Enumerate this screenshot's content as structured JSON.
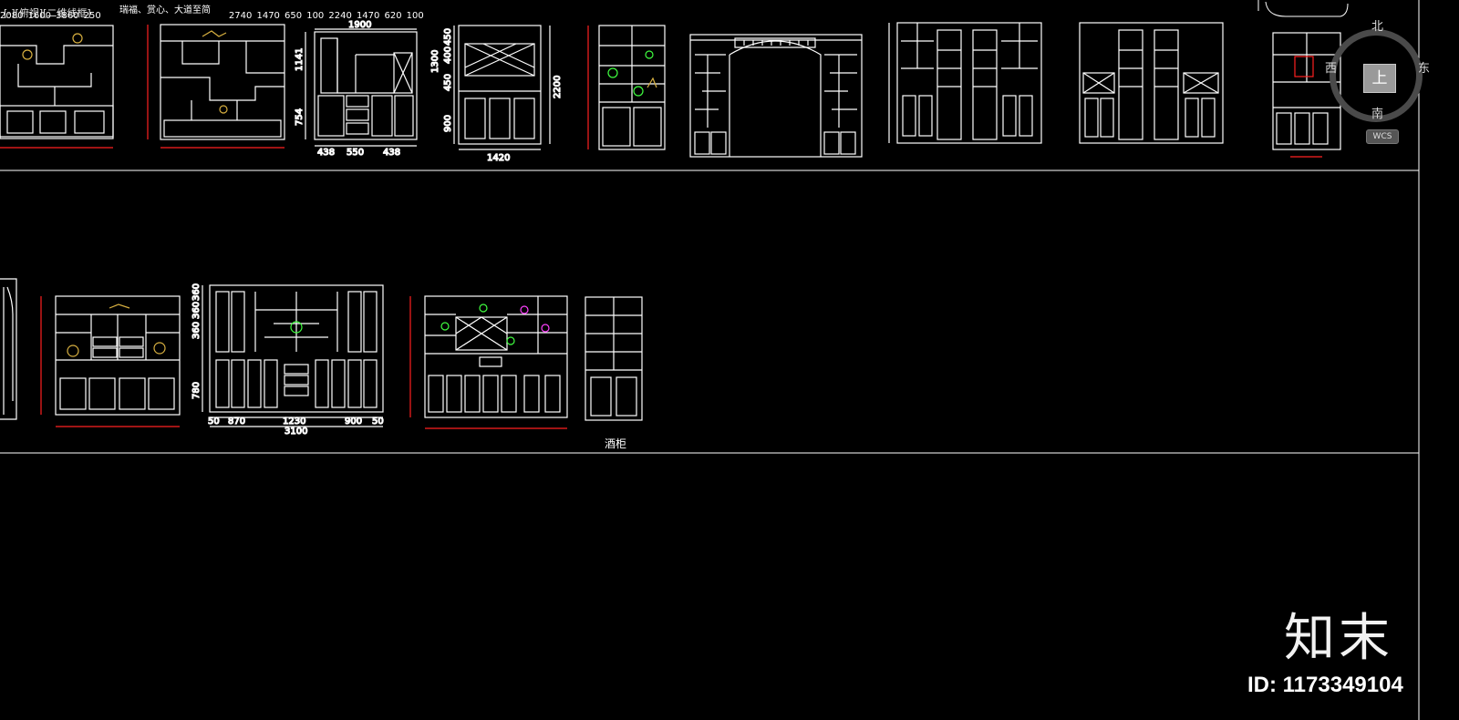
{
  "viewport": {
    "label": "[-][俯视][二维线框]"
  },
  "viewcube": {
    "north": "北",
    "south": "南",
    "east": "东",
    "west": "西",
    "top": "上",
    "wcs": "WCS"
  },
  "captions": {
    "wine_cabinet": "酒柜",
    "panel_text": "瑞福、赏心、大道至简"
  },
  "dimensions": {
    "d1900": "1900",
    "d1141": "1141",
    "d754": "754",
    "d438a": "438",
    "d550": "550",
    "d438b": "438",
    "d1300": "1300",
    "d450a": "450",
    "d400": "400",
    "d450b": "450",
    "d2200": "2200",
    "d900": "900",
    "d1420": "1420",
    "d360a": "360",
    "d360b": "360",
    "d360c": "360",
    "d780": "780",
    "d50a": "50",
    "d870": "870",
    "d1230": "1230",
    "d900b": "900",
    "d50b": "50",
    "d3100": "3100",
    "d2080": "2080",
    "d1600": "1600",
    "d3860": "3860",
    "d250": "250",
    "d2740": "2740",
    "d1470a": "1470",
    "d650": "650",
    "d100a": "100",
    "d2240": "2240",
    "d1470b": "1470",
    "d620": "620",
    "d100b": "100"
  },
  "watermark": {
    "brand": "知末",
    "id": "ID: 1173349104"
  },
  "colors": {
    "background": "#000000",
    "lines": "#ffffff",
    "dims_red": "#ff2020",
    "green": "#40ff40",
    "magenta": "#ff40ff",
    "gold": "#d8b040"
  }
}
